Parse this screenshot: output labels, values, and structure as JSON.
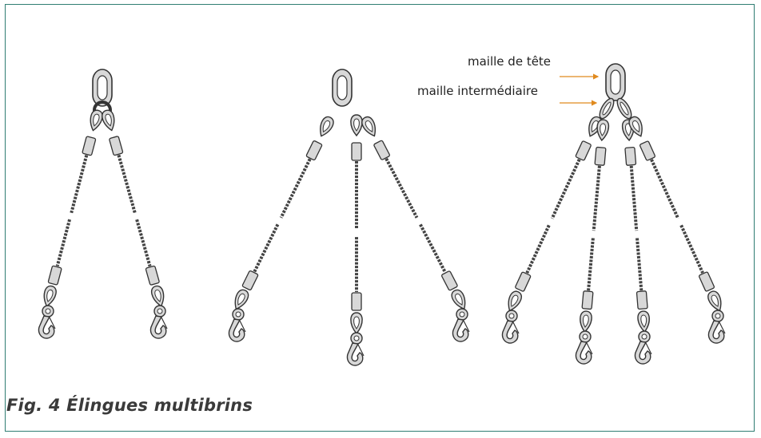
{
  "figure": {
    "caption": "Fig. 4 Élingues multibrins",
    "labels": {
      "master_link": "maille de tête",
      "intermediate_link": "maille intermédiaire"
    },
    "slings": [
      {
        "legs": 2
      },
      {
        "legs": 3
      },
      {
        "legs": 4
      }
    ],
    "colors": {
      "frame": "#2f7d72",
      "arrow": "#e08a1e",
      "metal": "#d8d8d8",
      "outline": "#333333"
    },
    "icons": [
      "master-link-icon",
      "thimble-icon",
      "ferrule-icon",
      "hook-icon",
      "wire-rope-icon"
    ]
  }
}
